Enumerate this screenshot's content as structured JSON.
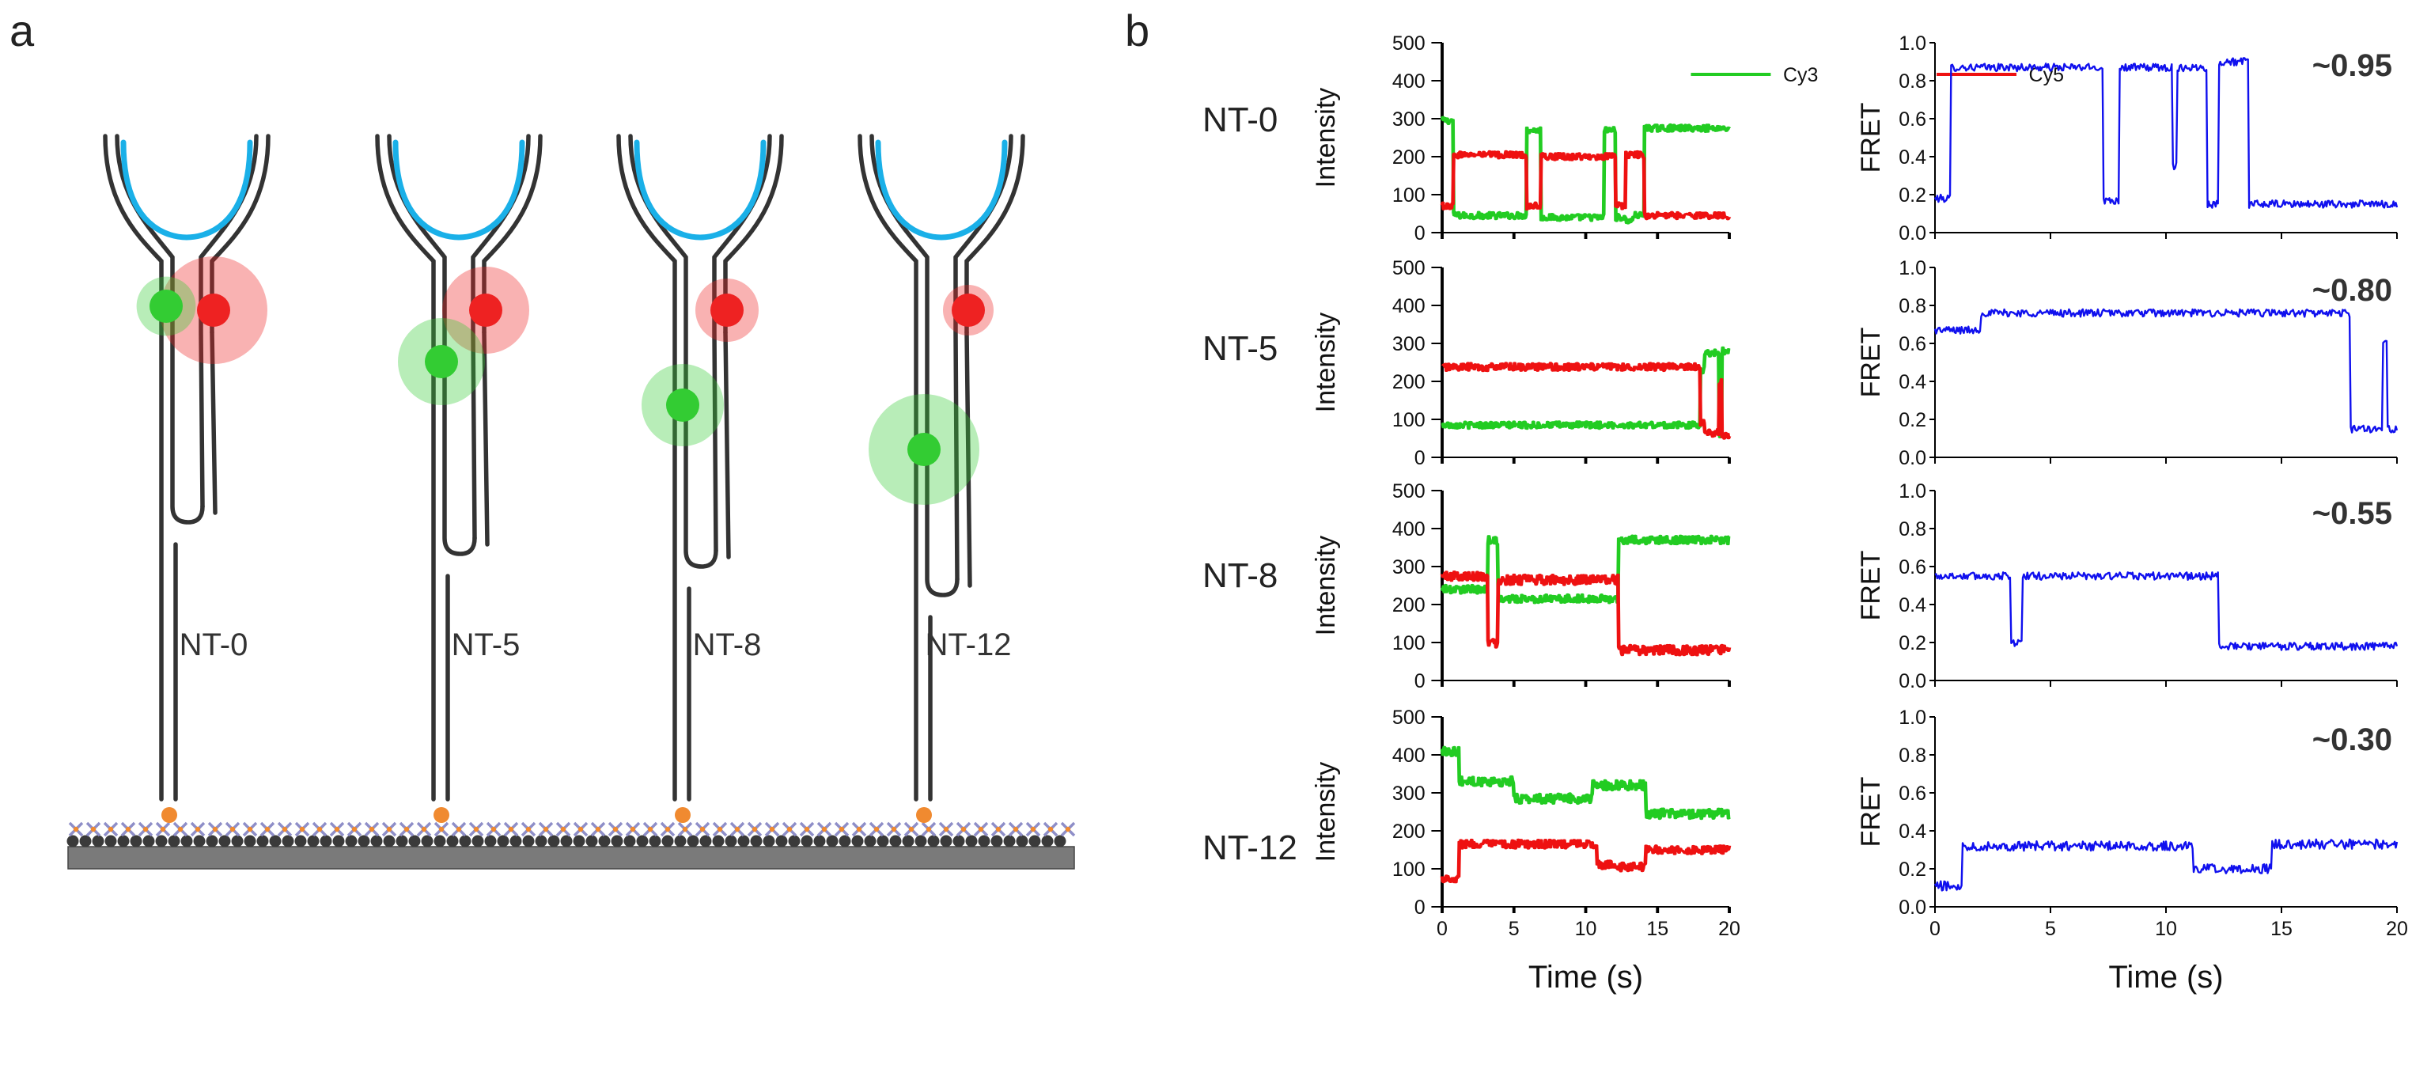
{
  "panel_a": {
    "letter": "a",
    "constructs": [
      {
        "label": "NT-0",
        "fret": 0.95
      },
      {
        "label": "NT-5",
        "fret": 0.8
      },
      {
        "label": "NT-8",
        "fret": 0.55
      },
      {
        "label": "NT-12",
        "fret": 0.3
      }
    ],
    "colors": {
      "strand": "#333333",
      "loop": "#1ab0e8",
      "cy3": "#33cc33",
      "cy5": "#ee2222",
      "biotin": "#f08a30",
      "surface": "#7a7a7a"
    }
  },
  "panel_b": {
    "letter": "b",
    "x_axis_title": "Time (s)",
    "intensity_axis_title": "Intensity",
    "fret_axis_title": "FRET",
    "legend": [
      {
        "name": "Cy3",
        "color": "#22cc22"
      },
      {
        "name": "Cy5",
        "color": "#ee1111"
      }
    ],
    "fret_color": "#1010ee"
  },
  "chart_data": [
    {
      "type": "line",
      "row": "NT-0",
      "panel": "intensity",
      "xlabel": "",
      "ylabel": "Intensity",
      "xlim": [
        0,
        20
      ],
      "ylim": [
        0,
        500
      ],
      "yticks": [
        0,
        100,
        200,
        300,
        400,
        500
      ],
      "xticks": [
        0,
        5,
        10,
        15,
        20
      ],
      "show_xtick_labels": false,
      "legend": [
        "Cy3",
        "Cy5"
      ],
      "series": [
        {
          "name": "Cy3",
          "color": "#22cc22",
          "noise": 10,
          "segments": [
            [
              0,
              0.8,
              295
            ],
            [
              0.8,
              5.9,
              45
            ],
            [
              5.9,
              6.9,
              270
            ],
            [
              6.9,
              9.3,
              40
            ],
            [
              9.3,
              10.2,
              40
            ],
            [
              10.2,
              11.3,
              40
            ],
            [
              11.3,
              12.1,
              270
            ],
            [
              12.1,
              12.8,
              40
            ],
            [
              12.8,
              13.3,
              30
            ],
            [
              13.3,
              14.1,
              45
            ],
            [
              14.1,
              20,
              275
            ]
          ]
        },
        {
          "name": "Cy5",
          "color": "#ee1111",
          "noise": 10,
          "segments": [
            [
              0,
              0.8,
              70
            ],
            [
              0.8,
              5.9,
              205
            ],
            [
              5.9,
              6.9,
              70
            ],
            [
              6.9,
              12.1,
              200
            ],
            [
              12.1,
              12.8,
              70
            ],
            [
              12.8,
              14.1,
              205
            ],
            [
              14.1,
              20,
              45
            ]
          ]
        }
      ]
    },
    {
      "type": "line",
      "row": "NT-0",
      "panel": "fret",
      "xlabel": "",
      "ylabel": "FRET",
      "xlim": [
        0,
        20
      ],
      "ylim": [
        0,
        1.0
      ],
      "yticks": [
        0,
        0.2,
        0.4,
        0.6,
        0.8,
        1.0
      ],
      "xticks": [
        0,
        5,
        10,
        15,
        20
      ],
      "show_xtick_labels": false,
      "annotation": "~0.95",
      "series": [
        {
          "name": "",
          "color": "#1010ee",
          "noise": 0.02,
          "segments": [
            [
              0,
              0.7,
              0.18
            ],
            [
              0.7,
              7.3,
              0.87
            ],
            [
              7.3,
              8.0,
              0.17
            ],
            [
              8.0,
              10.3,
              0.87
            ],
            [
              10.3,
              10.5,
              0.35
            ],
            [
              10.5,
              11.8,
              0.87
            ],
            [
              11.8,
              12.3,
              0.15
            ],
            [
              12.3,
              13.6,
              0.9
            ],
            [
              13.6,
              20,
              0.15
            ]
          ]
        }
      ]
    },
    {
      "type": "line",
      "row": "NT-5",
      "panel": "intensity",
      "xlabel": "",
      "ylabel": "Intensity",
      "xlim": [
        0,
        20
      ],
      "ylim": [
        0,
        500
      ],
      "yticks": [
        0,
        100,
        200,
        300,
        400,
        500
      ],
      "xticks": [
        0,
        5,
        10,
        15,
        20
      ],
      "show_xtick_labels": false,
      "series": [
        {
          "name": "Cy3",
          "color": "#22cc22",
          "noise": 10,
          "segments": [
            [
              0,
              18,
              85
            ],
            [
              18,
              18.3,
              230
            ],
            [
              18.3,
              19.3,
              275
            ],
            [
              19.3,
              19.5,
              60
            ],
            [
              19.5,
              20,
              280
            ]
          ]
        },
        {
          "name": "Cy5",
          "color": "#ee1111",
          "noise": 11,
          "segments": [
            [
              0,
              18,
              238
            ],
            [
              18,
              18.3,
              90
            ],
            [
              18.3,
              19.3,
              65
            ],
            [
              19.3,
              19.5,
              200
            ],
            [
              19.5,
              20,
              55
            ]
          ]
        }
      ]
    },
    {
      "type": "line",
      "row": "NT-5",
      "panel": "fret",
      "xlabel": "",
      "ylabel": "FRET",
      "xlim": [
        0,
        20
      ],
      "ylim": [
        0,
        1.0
      ],
      "yticks": [
        0,
        0.2,
        0.4,
        0.6,
        0.8,
        1.0
      ],
      "xticks": [
        0,
        5,
        10,
        15,
        20
      ],
      "show_xtick_labels": false,
      "annotation": "~0.80",
      "series": [
        {
          "name": "",
          "color": "#1010ee",
          "noise": 0.02,
          "segments": [
            [
              0,
              2,
              0.67
            ],
            [
              2,
              18,
              0.76
            ],
            [
              18,
              19.4,
              0.15
            ],
            [
              19.4,
              19.6,
              0.62
            ],
            [
              19.6,
              20,
              0.15
            ]
          ]
        }
      ]
    },
    {
      "type": "line",
      "row": "NT-8",
      "panel": "intensity",
      "xlabel": "",
      "ylabel": "Intensity",
      "xlim": [
        0,
        20
      ],
      "ylim": [
        0,
        500
      ],
      "yticks": [
        0,
        100,
        200,
        300,
        400,
        500
      ],
      "xticks": [
        0,
        5,
        10,
        15,
        20
      ],
      "show_xtick_labels": false,
      "series": [
        {
          "name": "Cy3",
          "color": "#22cc22",
          "noise": 12,
          "segments": [
            [
              0,
              3.2,
              240
            ],
            [
              3.2,
              3.9,
              370
            ],
            [
              3.9,
              12.3,
              215
            ],
            [
              12.3,
              20,
              370
            ]
          ]
        },
        {
          "name": "Cy5",
          "color": "#ee1111",
          "noise": 14,
          "segments": [
            [
              0,
              3.2,
              275
            ],
            [
              3.2,
              3.9,
              100
            ],
            [
              3.9,
              12.3,
              265
            ],
            [
              12.3,
              20,
              80
            ]
          ]
        }
      ]
    },
    {
      "type": "line",
      "row": "NT-8",
      "panel": "fret",
      "xlabel": "",
      "ylabel": "FRET",
      "xlim": [
        0,
        20
      ],
      "ylim": [
        0,
        1.0
      ],
      "yticks": [
        0,
        0.2,
        0.4,
        0.6,
        0.8,
        1.0
      ],
      "xticks": [
        0,
        5,
        10,
        15,
        20
      ],
      "show_xtick_labels": false,
      "annotation": "~0.55",
      "series": [
        {
          "name": "",
          "color": "#1010ee",
          "noise": 0.02,
          "segments": [
            [
              0,
              3.3,
              0.55
            ],
            [
              3.3,
              3.8,
              0.2
            ],
            [
              3.8,
              12.3,
              0.55
            ],
            [
              12.3,
              20,
              0.18
            ]
          ]
        }
      ]
    },
    {
      "type": "line",
      "row": "NT-12",
      "panel": "intensity",
      "xlabel": "Time (s)",
      "ylabel": "Intensity",
      "xlim": [
        0,
        20
      ],
      "ylim": [
        0,
        500
      ],
      "yticks": [
        0,
        100,
        200,
        300,
        400,
        500
      ],
      "xticks": [
        0,
        5,
        10,
        15,
        20
      ],
      "show_xtick_labels": true,
      "series": [
        {
          "name": "Cy3",
          "color": "#22cc22",
          "noise": 14,
          "segments": [
            [
              0,
              1.2,
              410
            ],
            [
              1.2,
              5,
              330
            ],
            [
              5,
              10.5,
              285
            ],
            [
              10.5,
              14.2,
              320
            ],
            [
              14.2,
              20,
              245
            ]
          ]
        },
        {
          "name": "Cy5",
          "color": "#ee1111",
          "noise": 12,
          "segments": [
            [
              0,
              1.2,
              75
            ],
            [
              1.2,
              10.8,
              165
            ],
            [
              10.8,
              12,
              110
            ],
            [
              12,
              14.2,
              105
            ],
            [
              14.2,
              20,
              150
            ]
          ]
        }
      ]
    },
    {
      "type": "line",
      "row": "NT-12",
      "panel": "fret",
      "xlabel": "Time (s)",
      "ylabel": "FRET",
      "xlim": [
        0,
        20
      ],
      "ylim": [
        0,
        1.0
      ],
      "yticks": [
        0,
        0.2,
        0.4,
        0.6,
        0.8,
        1.0
      ],
      "xticks": [
        0,
        5,
        10,
        15,
        20
      ],
      "show_xtick_labels": true,
      "annotation": "~0.30",
      "series": [
        {
          "name": "",
          "color": "#1010ee",
          "noise": 0.025,
          "segments": [
            [
              0,
              1.2,
              0.11
            ],
            [
              1.2,
              11.2,
              0.32
            ],
            [
              11.2,
              14.6,
              0.2
            ],
            [
              14.6,
              20,
              0.33
            ]
          ]
        }
      ]
    }
  ]
}
